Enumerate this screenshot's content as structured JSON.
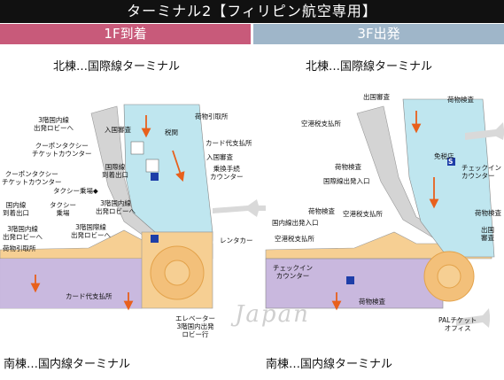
{
  "title": "ターミナル2【フィリピン航空専用】",
  "colors": {
    "title_bg": "#111111",
    "floor1_bg": "#c85a7a",
    "floor3_bg": "#9fb6c9",
    "intl": "#bfe6ef",
    "domestic": "#c9b8de",
    "hall": "#f6cf93",
    "walkway": "#d4d4d4",
    "arrow": "#e8601c"
  },
  "floor1": {
    "header": "1F到着",
    "north": "北棟…国際線ターミナル",
    "south": "南棟…国内線ターミナル",
    "labels": {
      "l3_intl_dep": "3階国内線\n出発ロビーへ",
      "immigration": "入国審査",
      "baggage_claim": "荷物引取所",
      "customs": "税関",
      "coupon_taxi": "クーポンタクシー\nチケットカウンター",
      "card_pay": "カード代支払所",
      "intl_exit": "国際線\n到着出口",
      "entry_check": "入国審査",
      "connect_counter": "乗換手続\nカウンター",
      "coupon_taxi2": "クーポンタクシー\nチケットカウンター",
      "taxi_stand": "タクシー乗場◆",
      "taxi_stand2": "タクシー\n乗場",
      "dom_exit": "国内線\n到着出口",
      "l3_intl_dep2": "3階国内線\n出発ロビーへ",
      "l3_intl_dep3": "3階国際線\n出発ロビーへ",
      "dom_lobby": "3階国内線\n出発ロビーへ",
      "baggage_claim2": "荷物引取所",
      "rent_a_car": "レンタカー",
      "card_pay2": "カード代支払所",
      "elevator": "エレベーター\n3階国内出発\nロビー行"
    }
  },
  "floor3": {
    "header": "3F出発",
    "north": "北棟…国際線ターミナル",
    "south": "南棟…国内線ターミナル",
    "labels": {
      "emigration": "出国審査",
      "baggage_check": "荷物検査",
      "airport_tax": "空港税支払所",
      "duty_free": "免税店",
      "checkin_counter": "チェックイン\nカウンター",
      "baggage_check2": "荷物検査",
      "intl_dep_gate": "国際線出発入口",
      "baggage_check3": "荷物検査",
      "airport_tax2": "空港税支払所",
      "dom_dep_gate": "国内線出発入口",
      "airport_tax3": "空港税支払所",
      "exit_check": "出国\n審査",
      "checkin_counter2": "チェックイン\nカウンター",
      "baggage_check4": "荷物検査",
      "baggage_check5": "荷物検査",
      "pal_ticket": "PALチケット\nオフィス",
      "info_s": "S"
    }
  },
  "watermark": "Japan"
}
